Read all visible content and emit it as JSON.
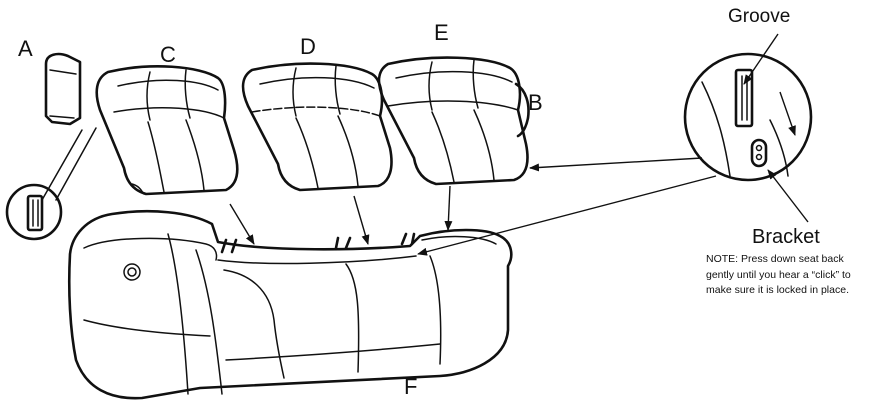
{
  "labels": {
    "a": "A",
    "b": "B",
    "c": "C",
    "d": "D",
    "e": "E",
    "f": "F",
    "groove": "Groove",
    "bracket": "Bracket"
  },
  "note": "NOTE: Press down seat back gently until you hear a “click” to make sure it is locked in place."
}
